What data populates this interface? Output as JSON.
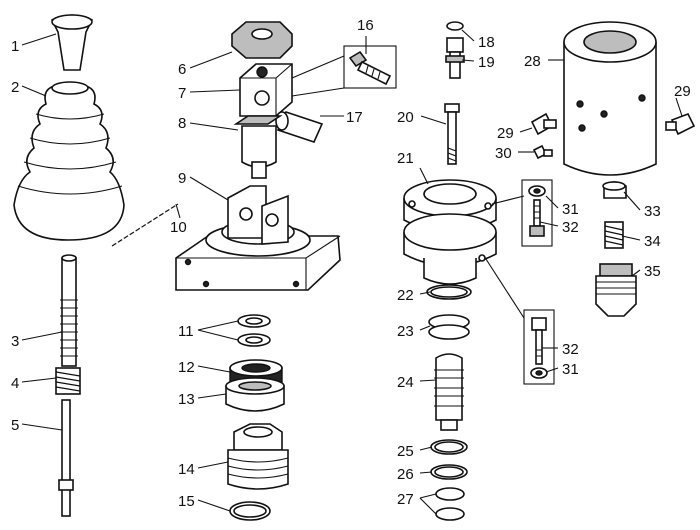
{
  "labels": {
    "l1": "1",
    "l2": "2",
    "l3": "3",
    "l4": "4",
    "l5": "5",
    "l6": "6",
    "l7": "7",
    "l8": "8",
    "l9": "9",
    "l10": "10",
    "l11": "11",
    "l12": "12",
    "l13": "13",
    "l14": "14",
    "l15": "15",
    "l16": "16",
    "l17": "17",
    "l18": "18",
    "l19": "19",
    "l20": "20",
    "l21": "21",
    "l22": "22",
    "l23": "23",
    "l24": "24",
    "l25": "25",
    "l26": "26",
    "l27": "27",
    "l28": "28",
    "l29a": "29",
    "l29b": "29",
    "l30": "30",
    "l31a": "31",
    "l31b": "31",
    "l32a": "32",
    "l32b": "32",
    "l33": "33",
    "l34": "34",
    "l35": "35"
  }
}
